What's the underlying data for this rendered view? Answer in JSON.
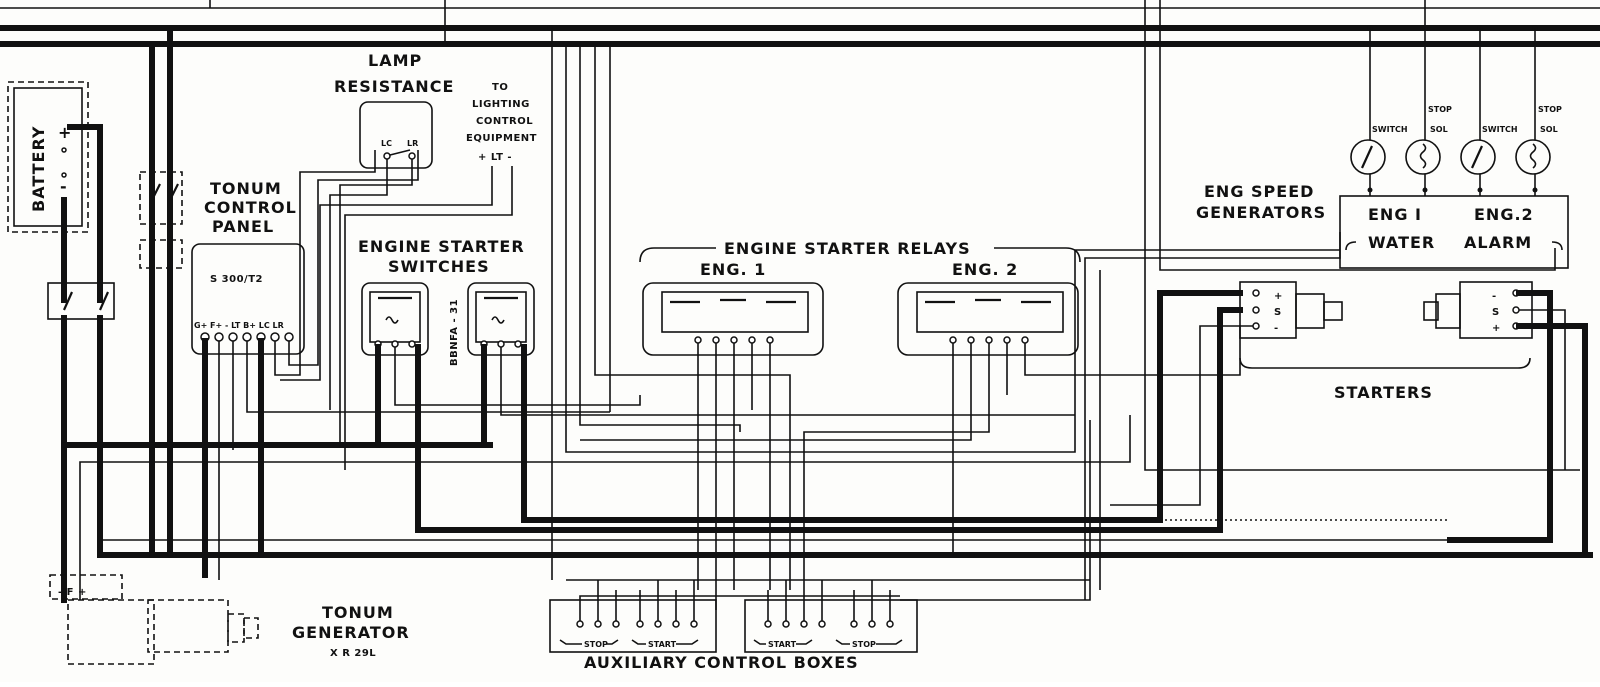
{
  "battery": {
    "label": "BATTERY",
    "plus": "+",
    "minus": "-"
  },
  "lamp_resistance": {
    "line1": "LAMP",
    "line2": "RESISTANCE",
    "terminals": [
      "LC",
      "LR"
    ]
  },
  "lighting_note": {
    "line1": "TO",
    "line2": "LIGHTING",
    "line3": "CONTROL",
    "line4": "EQUIPMENT",
    "terminal": "+ LT -"
  },
  "control_panel": {
    "line1": "TONUM",
    "line2": "CONTROL",
    "line3": "PANEL",
    "model": "S 300/T2",
    "terminals": "G+ F+  -  LT B+ LC LR"
  },
  "starter_switches": {
    "line1": "ENGINE STARTER",
    "line2": "SWITCHES",
    "part": "BBNFA - 31"
  },
  "starter_relays": {
    "title": "ENGINE STARTER RELAYS",
    "eng1": "ENG.  1",
    "eng2": "ENG.  2"
  },
  "speed_generators": {
    "line1": "ENG SPEED",
    "line2": "GENERATORS"
  },
  "water_alarm": {
    "eng1": "ENG I",
    "eng2": "ENG.2",
    "water": "WATER",
    "alarm": "ALARM",
    "switch": "SWITCH",
    "stop": "STOP",
    "sol": "SOL"
  },
  "starters": {
    "label": "STARTERS",
    "left_terms": [
      "+",
      "S",
      "-"
    ],
    "right_terms": [
      "-",
      "S",
      "+"
    ]
  },
  "generator": {
    "line1": "TONUM",
    "line2": "GENERATOR",
    "model": "X R 29L",
    "terminals": "-  F  +"
  },
  "aux_boxes": {
    "label": "AUXILIARY  CONTROL  BOXES",
    "stop": "STOP",
    "start": "START"
  }
}
